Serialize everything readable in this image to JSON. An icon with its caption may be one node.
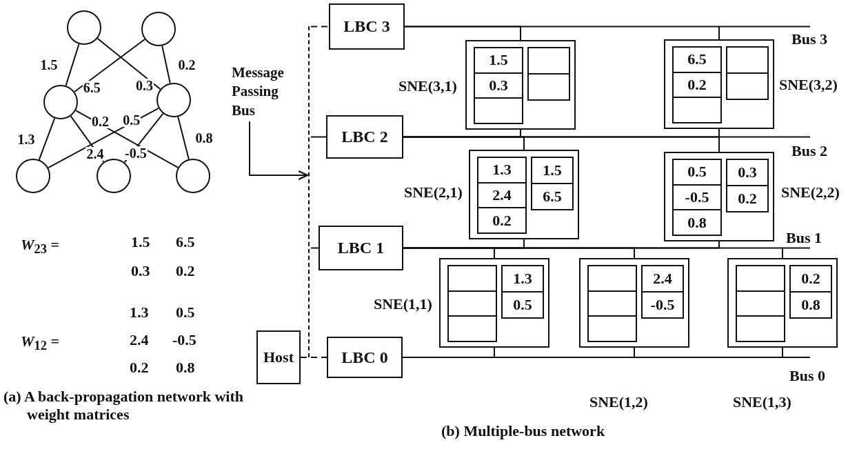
{
  "diagram": {
    "nodes": [
      {
        "text": [],
        "shape": "circle"
      },
      {
        "text": [],
        "shape": "circle"
      },
      {
        "text": [],
        "shape": "circle"
      },
      {
        "text": [],
        "shape": "circle"
      },
      {
        "text": [],
        "shape": "circle"
      },
      {
        "text": [],
        "shape": "circle"
      },
      {
        "text": [],
        "shape": "circle"
      },
      {
        "text": [
          "Message Passing Bus"
        ]
      },
      {
        "text": [],
        "shape": "bar"
      },
      {
        "text": [
          "LBC 3"
        ]
      },
      {
        "text": [
          "LBC 2"
        ]
      },
      {
        "text": [
          "LBC 1"
        ]
      },
      {
        "text": [
          "Host"
        ]
      },
      {
        "text": [
          "LBC 0"
        ]
      },
      {
        "text": [],
        "shape": "box",
        "beside": [
          "SNE(3,1)"
        ]
      },
      {
        "text": [],
        "shape": "box",
        "in": 14
      },
      {
        "text": [
          "1.5"
        ],
        "in": 15
      },
      {
        "text": [
          "0.3"
        ],
        "in": 15
      },
      {
        "text": [],
        "shape": "box",
        "in": 15
      },
      {
        "text": [],
        "shape": "box",
        "in": 14
      },
      {
        "text": [],
        "shape": "box",
        "in": 19
      },
      {
        "text": [],
        "shape": "box",
        "in": 19
      },
      {
        "text": [],
        "shape": "box",
        "beside": [
          "SNE(3,2)"
        ]
      },
      {
        "text": [],
        "shape": "box",
        "in": 22
      },
      {
        "text": [
          "6.5"
        ],
        "in": 23
      },
      {
        "text": [
          "0.2"
        ],
        "in": 23
      },
      {
        "text": [],
        "shape": "box",
        "in": 23
      },
      {
        "text": [],
        "shape": "box",
        "in": 22
      },
      {
        "text": [],
        "shape": "box",
        "in": 27
      },
      {
        "text": [],
        "shape": "box",
        "in": 27
      },
      {
        "text": [],
        "shape": "box",
        "beside": [
          "SNE(2,1)"
        ]
      },
      {
        "text": [],
        "shape": "box",
        "in": 30
      },
      {
        "text": [
          "1.3"
        ],
        "in": 31
      },
      {
        "text": [
          "2.4"
        ],
        "in": 31
      },
      {
        "text": [
          "0.2"
        ],
        "in": 31
      },
      {
        "text": [],
        "shape": "box",
        "in": 30
      },
      {
        "text": [
          "1.5"
        ],
        "in": 35
      },
      {
        "text": [
          "6.5"
        ],
        "in": 35
      },
      {
        "text": [],
        "shape": "box",
        "beside": [
          "SNE(2,2)"
        ]
      },
      {
        "text": [],
        "shape": "box",
        "in": 38
      },
      {
        "text": [
          "0.5"
        ],
        "in": 39
      },
      {
        "text": [
          "-0.5"
        ],
        "in": 39
      },
      {
        "text": [
          "0.8"
        ],
        "in": 39
      },
      {
        "text": [],
        "shape": "box",
        "in": 38
      },
      {
        "text": [
          "0.3"
        ],
        "in": 43
      },
      {
        "text": [
          "0.2"
        ],
        "in": 43
      },
      {
        "text": [],
        "shape": "box",
        "beside": [
          "SNE(1,1)"
        ]
      },
      {
        "text": [],
        "shape": "box",
        "in": 46
      },
      {
        "text": [],
        "shape": "box",
        "in": 47
      },
      {
        "text": [],
        "shape": "box",
        "in": 47
      },
      {
        "text": [],
        "shape": "box",
        "in": 47
      },
      {
        "text": [],
        "shape": "box",
        "in": 46
      },
      {
        "text": [
          "1.3"
        ],
        "in": 51
      },
      {
        "text": [
          "0.5"
        ],
        "in": 51
      },
      {
        "text": [],
        "shape": "box",
        "beside": [
          "SNE(1,2)"
        ]
      },
      {
        "text": [],
        "shape": "box",
        "in": 54
      },
      {
        "text": [],
        "shape": "box",
        "in": 55
      },
      {
        "text": [],
        "shape": "box",
        "in": 55
      },
      {
        "text": [],
        "shape": "box",
        "in": 55
      },
      {
        "text": [],
        "shape": "box",
        "in": 54
      },
      {
        "text": [
          "2.4"
        ],
        "in": 59
      },
      {
        "text": [
          "-0.5"
        ],
        "in": 59
      },
      {
        "text": [],
        "shape": "box",
        "beside": [
          "SNE(1,3)"
        ]
      },
      {
        "text": [],
        "shape": "box",
        "in": 62
      },
      {
        "text": [],
        "shape": "box",
        "in": 63
      },
      {
        "text": [],
        "shape": "box",
        "in": 63
      },
      {
        "text": [],
        "shape": "box",
        "in": 63
      },
      {
        "text": [],
        "shape": "box",
        "in": 62
      },
      {
        "text": [
          "0.2"
        ],
        "in": 67
      },
      {
        "text": [
          "0.8"
        ],
        "in": 67
      }
    ],
    "edges": [
      {
        "from": 0,
        "to": 2,
        "arrow": "none",
        "label": "1.5"
      },
      {
        "from": 1,
        "to": 2,
        "arrow": "none",
        "label": "6.5"
      },
      {
        "from": 0,
        "to": 3,
        "arrow": "none",
        "label": "0.3"
      },
      {
        "from": 1,
        "to": 3,
        "arrow": "none",
        "label": "0.2"
      },
      {
        "from": 2,
        "to": 4,
        "arrow": "none",
        "label": "1.3"
      },
      {
        "from": 3,
        "to": 4,
        "arrow": "none",
        "label": "0.5"
      },
      {
        "from": 2,
        "to": 5,
        "arrow": "none",
        "label": "2.4"
      },
      {
        "from": 3,
        "to": 5,
        "arrow": "none",
        "label": "-0.5"
      },
      {
        "from": 2,
        "to": 6,
        "arrow": "none",
        "label": "0.2"
      },
      {
        "from": 3,
        "to": 6,
        "arrow": "none",
        "label": "0.8"
      },
      {
        "from": 7,
        "to": 8,
        "arrow": "to"
      },
      {
        "from": 8,
        "to": 9,
        "arrow": "none",
        "style": "dashed"
      },
      {
        "from": 8,
        "to": 10,
        "arrow": "none"
      },
      {
        "from": 8,
        "to": 11,
        "arrow": "none"
      },
      {
        "from": 12,
        "to": 8,
        "arrow": "none",
        "style": "dashed"
      },
      {
        "from": 8,
        "to": 13,
        "arrow": "none",
        "style": "dashed"
      },
      {
        "from": 9,
        "to": 14,
        "arrow": "none"
      },
      {
        "from": 9,
        "to": 22,
        "arrow": "none"
      },
      {
        "from": 10,
        "to": 14,
        "arrow": "none"
      },
      {
        "from": 10,
        "to": 22,
        "arrow": "none"
      },
      {
        "from": 10,
        "to": 30,
        "arrow": "none"
      },
      {
        "from": 10,
        "to": 38,
        "arrow": "none"
      },
      {
        "from": 11,
        "to": 30,
        "arrow": "none"
      },
      {
        "from": 11,
        "to": 38,
        "arrow": "none"
      },
      {
        "from": 11,
        "to": 46,
        "arrow": "none"
      },
      {
        "from": 11,
        "to": 54,
        "arrow": "none"
      },
      {
        "from": 11,
        "to": 62,
        "arrow": "none"
      },
      {
        "from": 13,
        "to": 46,
        "arrow": "none"
      },
      {
        "from": 13,
        "to": 54,
        "arrow": "none"
      },
      {
        "from": 13,
        "to": 62,
        "arrow": "none"
      }
    ],
    "labels": [
      "*W*$_{23}$ =",
      "1.5",
      "6.5",
      "0.3",
      "0.2",
      "*W*$_{12}$ =",
      "1.3",
      "0.5",
      "2.4",
      "-0.5",
      "0.2",
      "0.8",
      "Bus 3",
      "Bus 2",
      "Bus 1",
      "Bus 0",
      "(a) A back-propagation network with weight matrices",
      "(b) Multiple-bus network"
    ]
  }
}
